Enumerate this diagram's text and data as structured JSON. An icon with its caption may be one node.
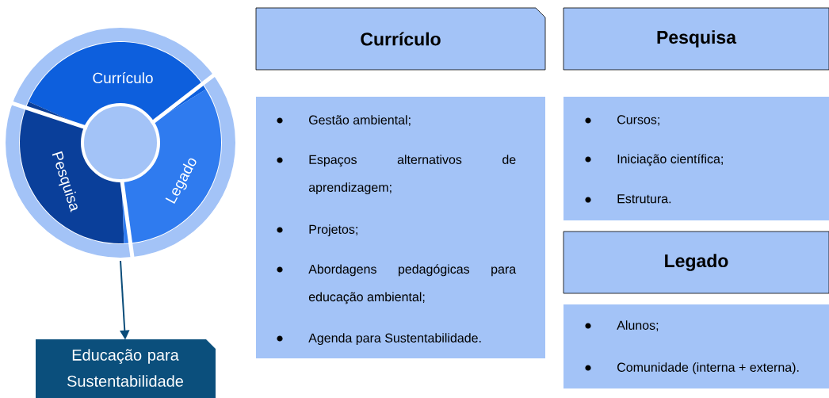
{
  "diagram": {
    "nodes": [
      {
        "text": [],
        "shape": "circle"
      },
      {
        "text": [
          "Currículo"
        ],
        "in": 0
      },
      {
        "text": [
          "Pesquisa"
        ],
        "in": 0
      },
      {
        "text": [
          "Legado"
        ],
        "in": 0
      },
      {
        "text": [],
        "shape": "circle",
        "in": 0
      },
      {
        "text": [
          "Educação para Sustentabilidade"
        ]
      },
      {
        "text": [
          "Currículo"
        ]
      },
      {
        "text": [
          "Gestão ambiental;",
          "Espaços alternativos de aprendizagem;",
          "Projetos;",
          "Abordagens pedagógicas para educação ambiental;",
          "Agenda para Sustentabilidade."
        ]
      },
      {
        "text": [
          "Pesquisa"
        ]
      },
      {
        "text": [
          "Cursos;",
          "Iniciação científica;",
          "Estrutura."
        ]
      },
      {
        "text": [
          "Legado"
        ]
      },
      {
        "text": [
          "Alunos;",
          "Comunidade (interna + externa)."
        ]
      }
    ],
    "edges": [
      {
        "from": 0,
        "to": 5,
        "arrow": "to"
      }
    ]
  }
}
